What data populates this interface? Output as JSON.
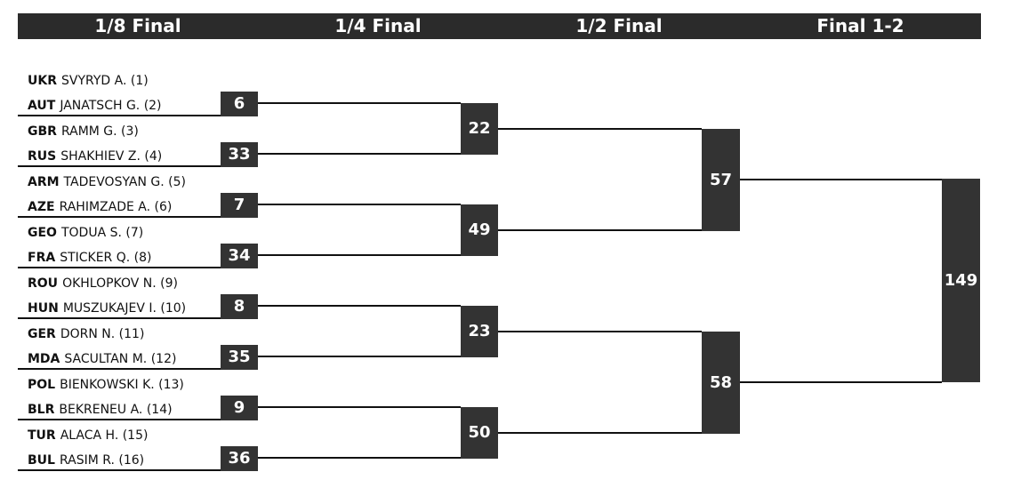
{
  "rounds": [
    "1/8 Final",
    "1/4 Final",
    "1/2 Final",
    "Final 1-2"
  ],
  "players": [
    {
      "country": "UKR",
      "name": "SVYRYD A. (1)"
    },
    {
      "country": "AUT",
      "name": "JANATSCH G. (2)"
    },
    {
      "country": "GBR",
      "name": "RAMM G. (3)"
    },
    {
      "country": "RUS",
      "name": "SHAKHIEV Z. (4)"
    },
    {
      "country": "ARM",
      "name": "TADEVOSYAN G. (5)"
    },
    {
      "country": "AZE",
      "name": "RAHIMZADE A. (6)"
    },
    {
      "country": "GEO",
      "name": "TODUA S. (7)"
    },
    {
      "country": "FRA",
      "name": "STICKER Q. (8)"
    },
    {
      "country": "ROU",
      "name": "OKHLOPKOV N. (9)"
    },
    {
      "country": "HUN",
      "name": "MUSZUKAJEV I. (10)"
    },
    {
      "country": "GER",
      "name": "DORN N. (11)"
    },
    {
      "country": "MDA",
      "name": "SACULTAN M. (12)"
    },
    {
      "country": "POL",
      "name": "BIENKOWSKI K. (13)"
    },
    {
      "country": "BLR",
      "name": "BEKRENEU A. (14)"
    },
    {
      "country": "TUR",
      "name": "ALACA H. (15)"
    },
    {
      "country": "BUL",
      "name": "RASIM R. (16)"
    }
  ],
  "matches": {
    "r16": [
      "6",
      "33",
      "7",
      "34",
      "8",
      "35",
      "9",
      "36"
    ],
    "qf": [
      "22",
      "49",
      "23",
      "50"
    ],
    "sf": [
      "57",
      "58"
    ],
    "final": [
      "149"
    ]
  },
  "colors": {
    "header_bg": "#2b2b2b",
    "box_bg": "#333333",
    "line": "#111111",
    "text": "#111111"
  }
}
